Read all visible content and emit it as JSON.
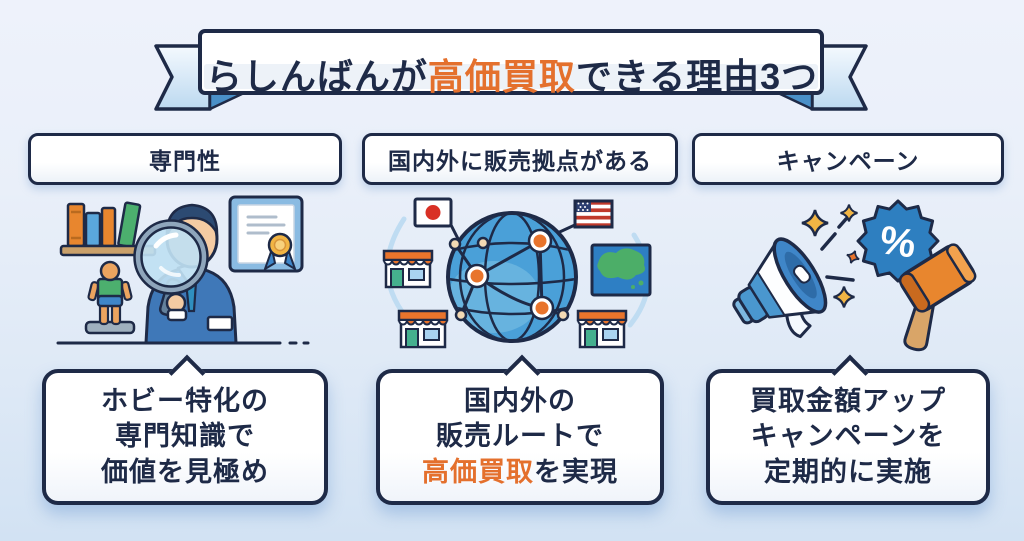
{
  "palette": {
    "navy": "#1E2A47",
    "accent_orange": "#E4702D",
    "ribbon_fold_blue": "#4A90C8",
    "background_top": "#EEF2FB",
    "background_bottom": "#D2E2F3",
    "globe_blue": "#4AA0D8",
    "badge_blue": "#2E7FC0"
  },
  "title": {
    "prefix": "らしんばんが",
    "accent": "高価買取",
    "suffix": "できる理由3つ"
  },
  "columns": [
    {
      "header": "専門性",
      "illustration": "hobby-expert-appraiser",
      "icons": [
        "bookshelf-icon",
        "figurine-icon",
        "appraiser-magnifier-icon",
        "certificate-icon"
      ],
      "bubble": {
        "line1": "ホビー特化の",
        "line2": "専門知識で",
        "line3": "価値を見極め"
      }
    },
    {
      "header": "国内外に販売拠点がある",
      "illustration": "global-sales-network",
      "icons": [
        "japan-flag-icon",
        "us-flag-icon",
        "globe-network-icon",
        "asia-map-icon",
        "storefront-icon"
      ],
      "bubble": {
        "line1": "国内外の",
        "line2": "販売ルートで",
        "line3_accent": "高価買取",
        "line3_rest": "を実現"
      }
    },
    {
      "header": "キャンペーン",
      "illustration": "campaign-promotion",
      "icons": [
        "megaphone-icon",
        "sparkle-icon",
        "percent-badge-icon",
        "gavel-icon"
      ],
      "badge_percent": "%",
      "bubble": {
        "line1": "買取金額アップ",
        "line2": "キャンペーンを",
        "line3": "定期的に実施"
      }
    }
  ]
}
